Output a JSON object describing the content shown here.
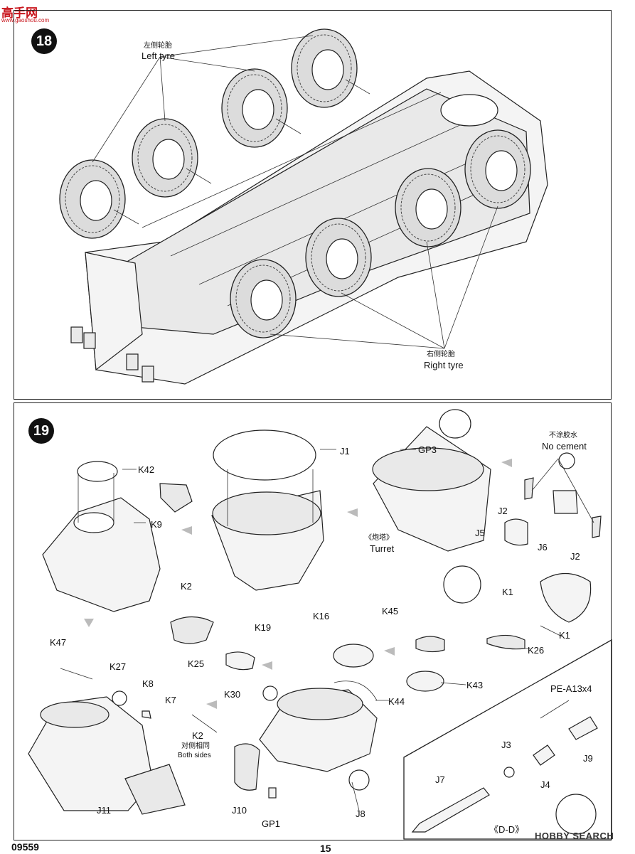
{
  "watermark": {
    "brand": "高手网",
    "url": "www.gaoshou.com"
  },
  "step18": {
    "number": "18",
    "left_tyre_cn": "左侧轮胎",
    "left_tyre_en": "Left tyre",
    "right_tyre_cn": "右侧轮胎",
    "right_tyre_en": "Right tyre"
  },
  "step19": {
    "number": "19",
    "labels": {
      "K42": "K42",
      "K9": "K9",
      "K2_top": "K2",
      "J1": "J1",
      "GP3": "GP3",
      "turret_cn": "《炮塔》",
      "turret_en": "Turret",
      "no_cement_cn": "不涂胶水",
      "no_cement_en": "No cement",
      "J2_left": "J2",
      "J2_right": "J2",
      "J5": "J5",
      "J6": "J6",
      "K1_top": "K1",
      "K1_bottom": "K1",
      "K26": "K26",
      "K45": "K45",
      "K16": "K16",
      "K19": "K19",
      "K25": "K25",
      "K43": "K43",
      "K44": "K44",
      "K47": "K47",
      "K27": "K27",
      "K8": "K8",
      "K7": "K7",
      "K30": "K30",
      "K2_bottom": "K2",
      "both_sides_cn": "对侧相同",
      "both_sides_en": "Both sides",
      "J11": "J11",
      "J10": "J10",
      "GP1": "GP1",
      "J8": "J8",
      "PE_A13": "PE-A13x4",
      "J3": "J3",
      "J4": "J4",
      "J9": "J9",
      "J7": "J7",
      "DD": "《D-D》"
    }
  },
  "footer": {
    "kit_number": "09559",
    "page_number": "15",
    "source": "HOBBY SEARCH"
  }
}
